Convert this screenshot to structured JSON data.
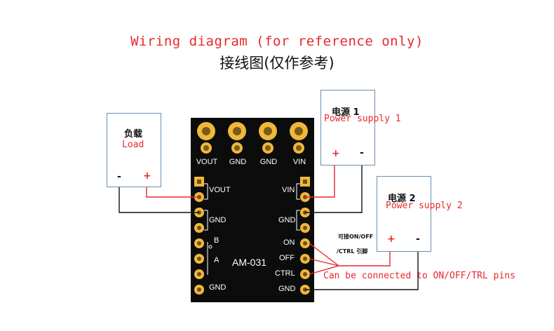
{
  "title": {
    "en": "Wiring diagram (for reference only)",
    "cn": "接线图(仅作参考)"
  },
  "load": {
    "cn": "负载",
    "en": "Load",
    "minus": "-",
    "plus": "+"
  },
  "psu1": {
    "cn": "电源 1",
    "en": "Power supply 1",
    "plus": "+",
    "minus": "-"
  },
  "psu2": {
    "cn": "电源 2",
    "en": "Power supply 2",
    "plus": "+",
    "minus": "-"
  },
  "module": {
    "name": "AM-031",
    "top_pins": [
      "VOUT",
      "GND",
      "GND",
      "VIN"
    ],
    "left_labels": {
      "vout": "VOUT",
      "gnd": "GND",
      "b": "B",
      "a": "A",
      "gnd2": "GND"
    },
    "right_labels": {
      "vin": "VIN",
      "gnd": "GND",
      "on": "ON",
      "off": "OFF",
      "ctrl": "CTRL",
      "gnd2": "GND"
    }
  },
  "notes": {
    "cn_line1": "可接ON/OFF",
    "cn_line2": "/CTRL 引脚",
    "en": "Can be connected to ON/OFF/TRL pins"
  },
  "colors": {
    "accent_red": "#e8282b",
    "board": "#0c0c0c",
    "pad": "#f0b83a",
    "wire": "#000000"
  }
}
